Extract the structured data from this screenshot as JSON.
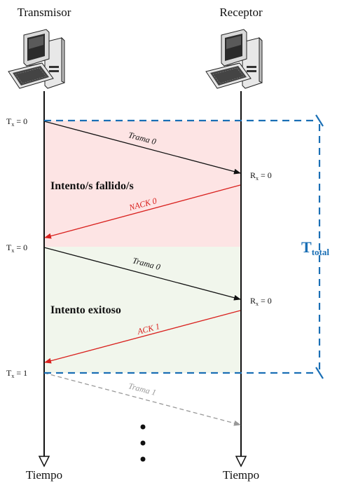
{
  "nodes": {
    "transmitter": "Transmisor",
    "receiver": "Receptor"
  },
  "time_axis": {
    "left": "Tiempo",
    "right": "Tiempo"
  },
  "attempts": [
    {
      "title": "Intento/s fallido/s",
      "tx": {
        "base": "T",
        "sub": "x",
        "value": "= 0"
      },
      "frame": "Trama 0",
      "rx": {
        "base": "R",
        "sub": "x",
        "value": "= 0"
      },
      "reply": "NACK 0",
      "color": "#fde4e4"
    },
    {
      "title": "Intento exitoso",
      "tx": {
        "base": "T",
        "sub": "x",
        "value": "= 0"
      },
      "frame": "Trama 0",
      "rx": {
        "base": "R",
        "sub": "x",
        "value": "= 0"
      },
      "reply": "ACK 1",
      "color": "#f1f6ec"
    }
  ],
  "next": {
    "tx": {
      "base": "T",
      "sub": "x",
      "value": "= 1"
    },
    "frame": "Trama 1"
  },
  "total_time": {
    "base": "T",
    "sub": "total"
  },
  "colors": {
    "nack_arrow": "#d9211e",
    "total_bracket": "#1a6fb5",
    "next_frame": "#999999"
  },
  "icons": [
    "computer-icon",
    "computer-icon"
  ]
}
